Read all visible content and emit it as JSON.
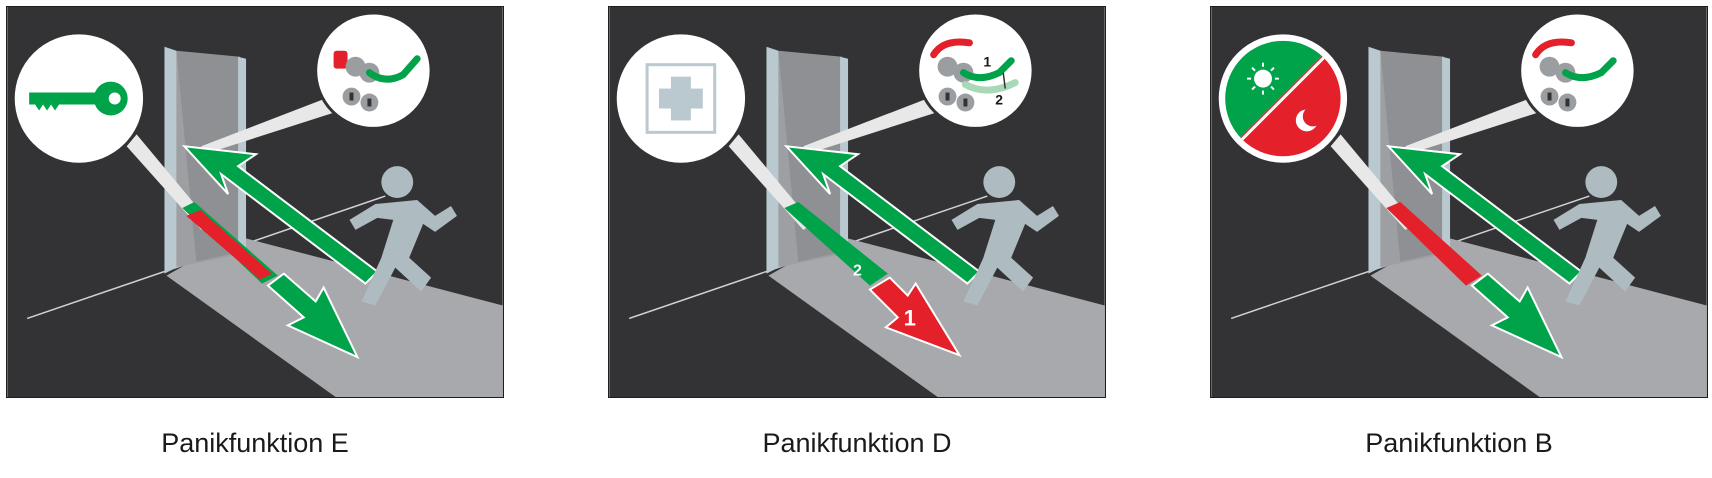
{
  "panels": [
    {
      "id": "E",
      "caption": "Panikfunktion E",
      "left_icon": "key-icon",
      "floor_stripe": "split-green-red",
      "floor_arrow_number": "",
      "handle_numbers": []
    },
    {
      "id": "D",
      "caption": "Panikfunktion D",
      "left_icon": "first-aid-cross-icon",
      "floor_stripe": "green-with-red-arrow",
      "floor_arrow_number": "1",
      "stripe_number": "2",
      "handle_numbers": [
        "1",
        "2"
      ]
    },
    {
      "id": "B",
      "caption": "Panikfunktion B",
      "left_icon": "day-night-icon",
      "floor_stripe": "red",
      "floor_arrow_number": "",
      "handle_numbers": []
    }
  ],
  "colors": {
    "background": "#333336",
    "green": "#00a24a",
    "red": "#e4202a",
    "figure": "#aebbc1",
    "floor": "#a7a9ac",
    "door_frame": "#b9c9cf",
    "circle_fill": "#ffffff"
  }
}
